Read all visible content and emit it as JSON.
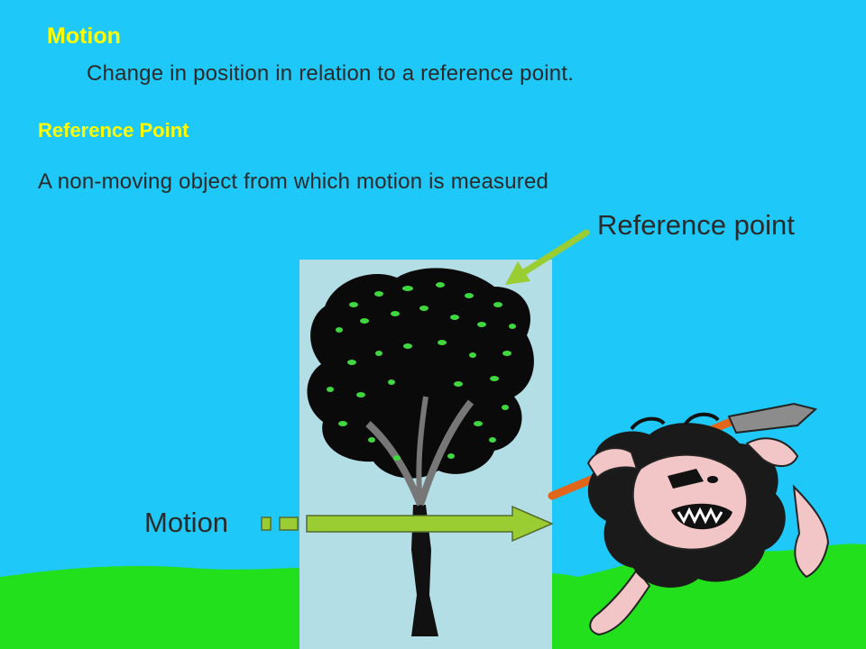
{
  "slide": {
    "motion_heading": "Motion",
    "motion_definition": "Change in position in relation to a reference point.",
    "reference_heading": "Reference Point",
    "reference_definition": "A non-moving object from which motion is measured",
    "reference_label": "Reference point",
    "motion_label": "Motion"
  },
  "colors": {
    "sky": "#1ec8f8",
    "grass": "#22e11c",
    "heading_yellow": "#ffff00",
    "arrow_green": "#9acd32",
    "tree_panel": "#b4dee6"
  },
  "icons": {
    "tree": "tree-clipart",
    "caveman": "caveman-clipart",
    "reference_arrow": "arrow-pointer-icon",
    "motion_arrow": "arrow-right-icon"
  }
}
